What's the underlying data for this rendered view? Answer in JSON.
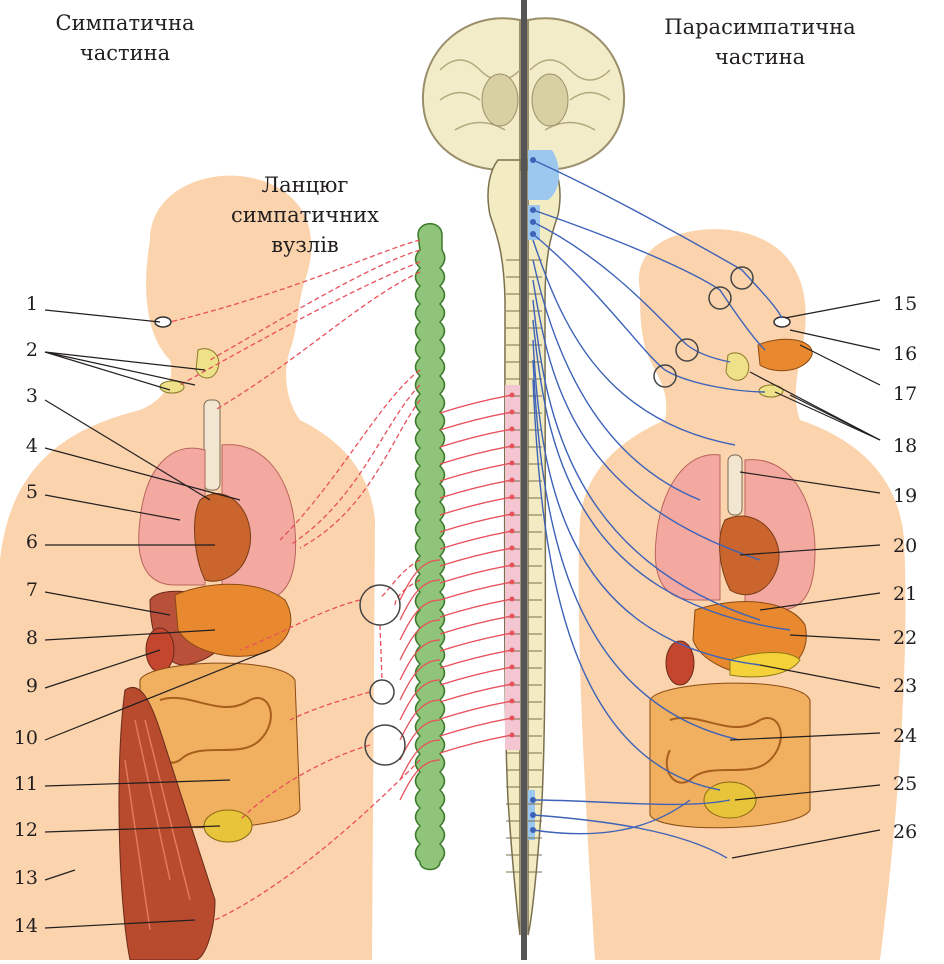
{
  "headings": {
    "sympathetic_line1": "Симпатична",
    "sympathetic_line2": "частина",
    "parasympathetic_line1": "Парасимпатична",
    "parasympathetic_line2": "частина",
    "chain_line1": "Ланцюг симпатичних",
    "chain_line2": "вузлів"
  },
  "left_labels": [
    "1",
    "2",
    "3",
    "4",
    "5",
    "6",
    "7",
    "8",
    "9",
    "10",
    "11",
    "12",
    "13",
    "14"
  ],
  "right_labels": [
    "15",
    "16",
    "17",
    "18",
    "19",
    "20",
    "21",
    "22",
    "23",
    "24",
    "25",
    "26"
  ],
  "colors": {
    "body_silhouette": "#fbd3ac",
    "sympathetic_nerve": "#e8505a",
    "parasympathetic_nerve": "#3d62b8",
    "sympathetic_chain": "#8fc47a",
    "spinal_cord": "#f3ecc2",
    "spinal_segment_highlight": "#f4c6d2",
    "brain_stem_blue": "#9cc8ef",
    "organ_orange": "#e8892f",
    "lung_pink": "#f3a8a0",
    "midline": "#555555"
  }
}
